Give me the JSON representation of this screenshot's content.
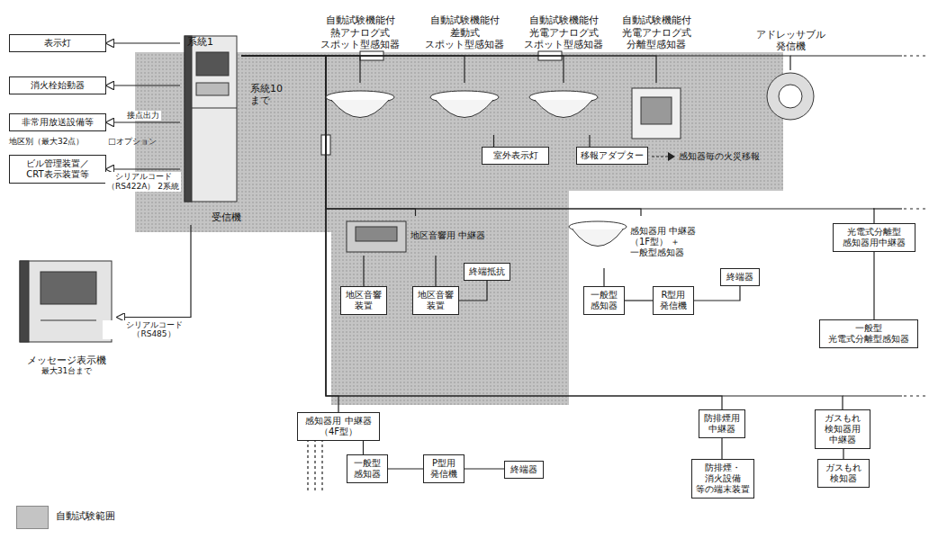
{
  "diagram": {
    "nodes": [
      {
        "text": [
          "表示灯"
        ]
      },
      {
        "text": [
          "消火栓始動器"
        ]
      },
      {
        "text": [
          "非常用放送設備等"
        ]
      },
      {
        "text": [
          "ビル管理装置／ CRT表示装置等"
        ]
      },
      {
        "text": [
          "受信機"
        ]
      },
      {
        "text": [
          "メッセージ表示機",
          "最大31台まで"
        ]
      },
      {
        "text": [
          "自動試験機能付 熱アナログ式 スポット型感知器"
        ]
      },
      {
        "text": [
          "自動試験機能付 差動式 スポット型感知器"
        ]
      },
      {
        "text": [
          "自動試験機能付 光電アナログ式 スポット型感知器"
        ]
      },
      {
        "text": [
          "自動試験機能付 光電アナログ式 分離型感知器"
        ]
      },
      {
        "text": [
          "アドレッサブル 発信機"
        ]
      },
      {
        "text": [
          "室外表示灯"
        ]
      },
      {
        "text": [
          "移報アダプター"
        ]
      },
      {
        "text": [
          "地区音響用 中継器"
        ]
      },
      {
        "text": [
          "感知器用 中継器（1F型） ＋ 一般型感知器"
        ]
      },
      {
        "text": [
          "光電式分離型 感知器用中継器"
        ]
      },
      {
        "text": [
          "地区音響 装置"
        ]
      },
      {
        "text": [
          "地区音響 装置"
        ]
      },
      {
        "text": [
          "終端抵抗"
        ]
      },
      {
        "text": [
          "一般型 感知器"
        ]
      },
      {
        "text": [
          "R型用 発信機"
        ]
      },
      {
        "text": [
          "終端器"
        ]
      },
      {
        "text": [
          "一般型 光電式分離型感知器"
        ]
      },
      {
        "text": [
          "感知器用 中継器（4F型）"
        ]
      },
      {
        "text": [
          "防排煙用 中継器"
        ]
      },
      {
        "text": [
          "ガスもれ 検知器用 中継器"
        ]
      },
      {
        "text": [
          "一般型 感知器"
        ]
      },
      {
        "text": [
          "P型用 発信機"
        ]
      },
      {
        "text": [
          "終端器"
        ]
      },
      {
        "text": [
          "防排煙・ 消火設備 等の端末装置"
        ]
      },
      {
        "text": [
          "ガスもれ 検知器"
        ]
      }
    ],
    "edges": [
      {
        "from": 4,
        "to": 0,
        "arrow": "to"
      },
      {
        "from": 4,
        "to": 1,
        "arrow": "to"
      },
      {
        "from": 4,
        "to": 2,
        "arrow": "to",
        "label": "接点出力"
      },
      {
        "from": 4,
        "to": 3,
        "arrow": "to",
        "label": "シリアルコード （RS422A） 2系統"
      },
      {
        "from": 4,
        "to": 5,
        "arrow": "to",
        "label": "シリアルコード （RS485）"
      },
      {
        "from": 4,
        "to": 6,
        "arrow": "none"
      },
      {
        "from": 4,
        "to": 7,
        "arrow": "none"
      },
      {
        "from": 4,
        "to": 8,
        "arrow": "none"
      },
      {
        "from": 4,
        "to": 9,
        "arrow": "none"
      },
      {
        "from": 4,
        "to": 10,
        "arrow": "none"
      },
      {
        "from": 7,
        "to": 11,
        "arrow": "none"
      },
      {
        "from": 8,
        "to": 12,
        "arrow": "none"
      },
      {
        "from": 4,
        "to": 13,
        "arrow": "none"
      },
      {
        "from": 4,
        "to": 14,
        "arrow": "none"
      },
      {
        "from": 4,
        "to": 15,
        "arrow": "none"
      },
      {
        "from": 13,
        "to": 16,
        "arrow": "none"
      },
      {
        "from": 13,
        "to": 17,
        "arrow": "none"
      },
      {
        "from": 17,
        "to": 18,
        "arrow": "none"
      },
      {
        "from": 14,
        "to": 19,
        "arrow": "none"
      },
      {
        "from": 19,
        "to": 20,
        "arrow": "none"
      },
      {
        "from": 20,
        "to": 21,
        "arrow": "none"
      },
      {
        "from": 15,
        "to": 22,
        "arrow": "none"
      },
      {
        "from": 4,
        "to": 23,
        "arrow": "none"
      },
      {
        "from": 4,
        "to": 24,
        "arrow": "none"
      },
      {
        "from": 4,
        "to": 25,
        "arrow": "none"
      },
      {
        "from": 23,
        "to": 26,
        "arrow": "none"
      },
      {
        "from": 26,
        "to": 27,
        "arrow": "none"
      },
      {
        "from": 27,
        "to": 28,
        "arrow": "none"
      },
      {
        "from": 24,
        "to": 29,
        "arrow": "none"
      },
      {
        "from": 25,
        "to": 30,
        "arrow": "none"
      }
    ],
    "labels": [
      "系統1",
      "系統10 まで",
      "地区別（最大32点）",
      "□オプション",
      "感知器毎の火災移報"
    ],
    "legend": [
      {
        "text": "自動試験範囲",
        "color": "#c4c4c4"
      }
    ]
  }
}
